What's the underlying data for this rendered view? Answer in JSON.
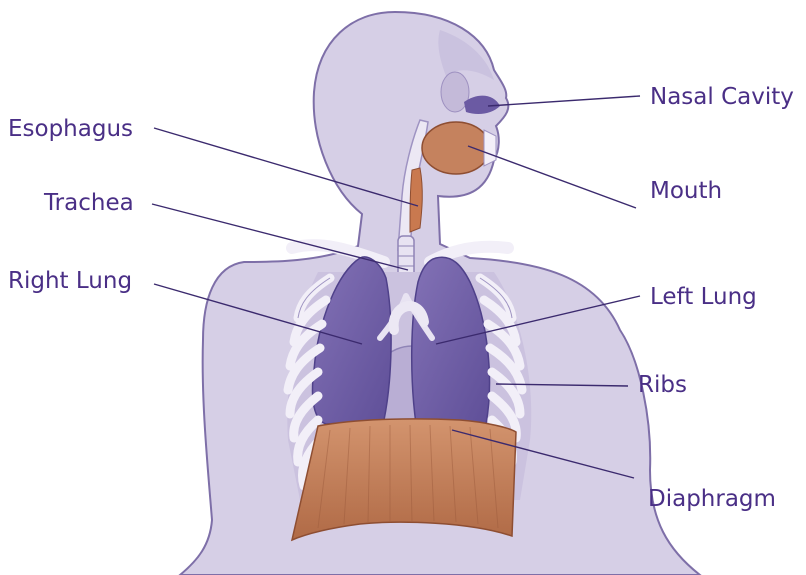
{
  "labels": {
    "nasal_cavity": "Nasal Cavity",
    "esophagus": "Esophagus",
    "mouth": "Mouth",
    "trachea": "Trachea",
    "right_lung": "Right Lung",
    "left_lung": "Left Lung",
    "ribs": "Ribs",
    "diaphragm": "Diaphragm"
  },
  "colors": {
    "label_text": "#4a2f86",
    "leader_line": "#3b2a6e",
    "body_fill": "#d6cfe6",
    "body_outline": "#7e6fa8",
    "lung_fill": "#7462a8",
    "diaphragm_fill": "#c27c58",
    "rib_fill": "#f1eef8",
    "esophagus_fill": "#c9794f"
  }
}
